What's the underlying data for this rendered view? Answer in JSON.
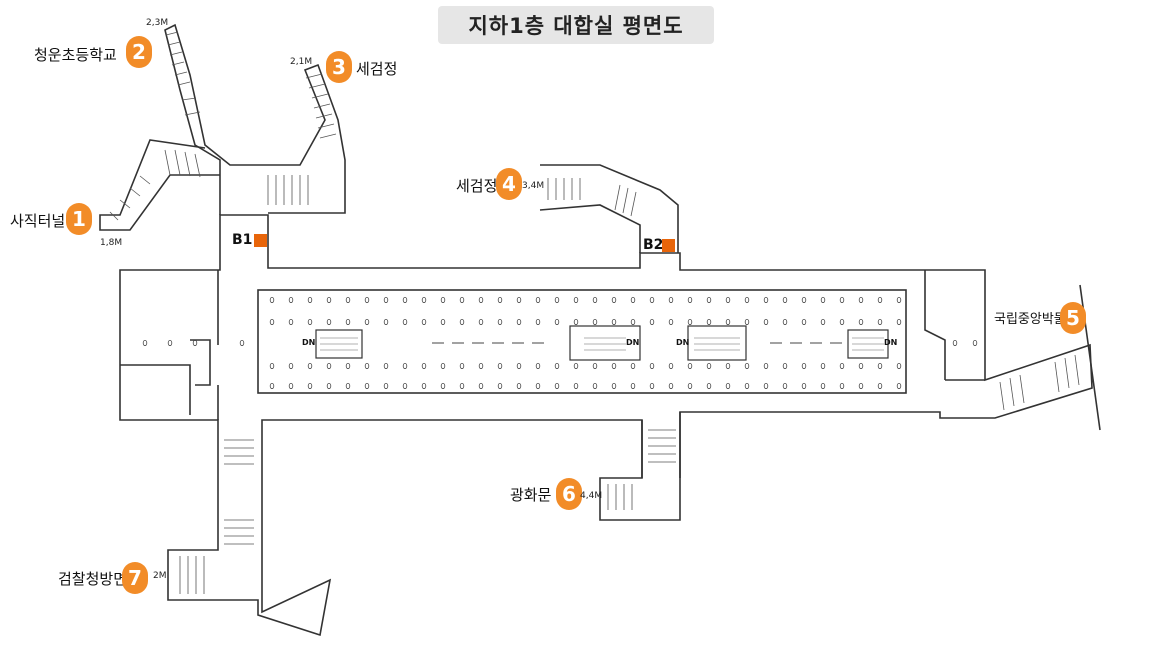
{
  "title": "지하1층 대합실 평면도",
  "colors": {
    "accent": "#f28c28",
    "box_marker": "#e8650a",
    "wall": "#333333",
    "title_bg": "#e6e6e6"
  },
  "exits": [
    {
      "id": "exit-1",
      "number": "1",
      "name": "사직터널",
      "depth": "1,8M"
    },
    {
      "id": "exit-2",
      "number": "2",
      "name": "청운초등학교",
      "depth": "2,3M"
    },
    {
      "id": "exit-3",
      "number": "3",
      "name": "세검정",
      "depth": "2,1M"
    },
    {
      "id": "exit-4",
      "number": "4",
      "name": "세검정",
      "depth": "3,4M"
    },
    {
      "id": "exit-5",
      "number": "5",
      "name": "국립중앙박물관",
      "depth": ""
    },
    {
      "id": "exit-6",
      "number": "6",
      "name": "광화문",
      "depth": "4,4M"
    },
    {
      "id": "exit-7",
      "number": "7",
      "name": "검찰청방면",
      "depth": "2M"
    }
  ],
  "markers": {
    "b1": "B1",
    "b2": "B2"
  },
  "escalator_label": "DN"
}
